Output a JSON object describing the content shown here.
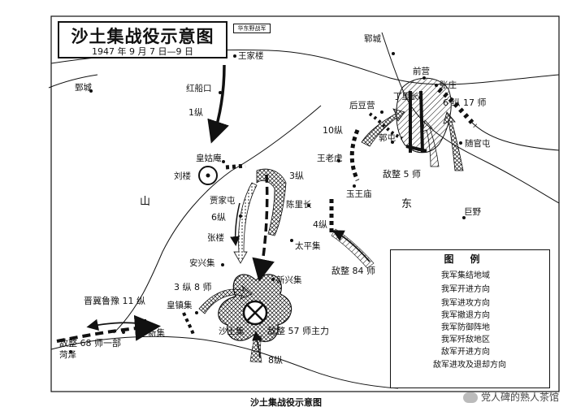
{
  "title": "沙土集战役示意图",
  "date": "1947 年 9 月 7 日—9 日",
  "hq_flag": "华东野战军",
  "places": [
    {
      "id": "wangjialou",
      "text": "王家楼"
    },
    {
      "id": "hongchuankou",
      "text": "红船口"
    },
    {
      "id": "juancheng",
      "text": "鄄城"
    },
    {
      "id": "yuncheng",
      "text": "郓城"
    },
    {
      "id": "qianying",
      "text": "前营"
    },
    {
      "id": "zhangzhuang",
      "text": "张庄"
    },
    {
      "id": "dingli",
      "text": "丁里长"
    },
    {
      "id": "houdouying",
      "text": "后豆营"
    },
    {
      "id": "guotun",
      "text": "郭屯"
    },
    {
      "id": "suiguantun",
      "text": "随官屯"
    },
    {
      "id": "wanglaohu",
      "text": "王老虎"
    },
    {
      "id": "yuwangmiao",
      "text": "玉王庙"
    },
    {
      "id": "huanggumiao",
      "text": "皇姑庵"
    },
    {
      "id": "liulou",
      "text": "刘楼"
    },
    {
      "id": "jiajiatun",
      "text": "贾家屯"
    },
    {
      "id": "chenlizhang",
      "text": "陈里长"
    },
    {
      "id": "zhanglou",
      "text": "张楼"
    },
    {
      "id": "taipingji",
      "text": "太平集"
    },
    {
      "id": "anxingji",
      "text": "安兴集"
    },
    {
      "id": "xinxingji",
      "text": "新兴集"
    },
    {
      "id": "huangzhenji",
      "text": "皇镇集"
    },
    {
      "id": "shatuji",
      "text": "沙土集"
    },
    {
      "id": "xinji",
      "text": "新集"
    },
    {
      "id": "heze",
      "text": "菏泽"
    },
    {
      "id": "juye",
      "text": "巨野"
    },
    {
      "id": "shan",
      "text": "山"
    },
    {
      "id": "dong",
      "text": "东"
    }
  ],
  "units": [
    {
      "id": "z1",
      "text": "1纵"
    },
    {
      "id": "z3",
      "text": "3纵"
    },
    {
      "id": "z6",
      "text": "6纵"
    },
    {
      "id": "z4",
      "text": "4纵"
    },
    {
      "id": "z10",
      "text": "10纵"
    },
    {
      "id": "z6s17",
      "text": "6 纵 17 师"
    },
    {
      "id": "e5",
      "text": "敌整 5 师"
    },
    {
      "id": "e84",
      "text": "敌整 84 师"
    },
    {
      "id": "z3s8",
      "text": "3 纵 8 师"
    },
    {
      "id": "jlyl11",
      "text": "晋冀鲁豫 11 纵"
    },
    {
      "id": "e68",
      "text": "敌整 68 师一部"
    },
    {
      "id": "e57",
      "text": "敌整 57 师主力"
    },
    {
      "id": "z8",
      "text": "8纵"
    }
  ],
  "legend": {
    "title": "图例",
    "items": [
      {
        "id": "assembly",
        "text": "我军集结地域"
      },
      {
        "id": "advance",
        "text": "我军开进方向"
      },
      {
        "id": "attack",
        "text": "我军进攻方向"
      },
      {
        "id": "retreat",
        "text": "我军撤退方向"
      },
      {
        "id": "defense",
        "text": "我军防御阵地"
      },
      {
        "id": "annihilate",
        "text": "我军歼敌地区"
      },
      {
        "id": "enemy_advance",
        "text": "敌军开进方向"
      },
      {
        "id": "enemy_attack_retreat",
        "text": "敌军进攻及退却方向"
      }
    ]
  },
  "caption": "沙土集战役示意图",
  "watermark": "党人碑的熟人茶馆",
  "colors": {
    "ink": "#111111",
    "paper": "#ffffff"
  }
}
